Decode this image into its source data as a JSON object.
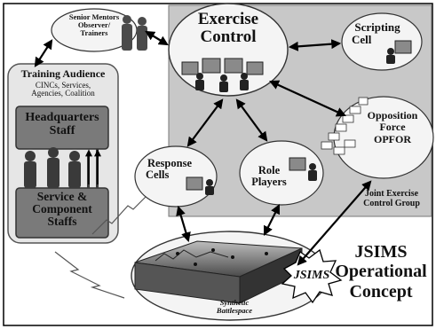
{
  "diagram": {
    "senior_mentors": {
      "line1": "Senior Mentors",
      "line2": "Observer/",
      "line3": "Trainers"
    },
    "exercise_control": {
      "line1": "Exercise",
      "line2": "Control"
    },
    "scripting_cell": {
      "line1": "Scripting",
      "line2": "Cell"
    },
    "training_audience": {
      "title": "Training Audience",
      "sub1": "CINCs, Services,",
      "sub2": "Agencies, Coalition"
    },
    "headquarters_staff": {
      "line1": "Headquarters",
      "line2": "Staff"
    },
    "service_component": {
      "line1": "Service &",
      "line2": "Component",
      "line3": "Staffs"
    },
    "opposition_force": {
      "line1": "Opposition",
      "line2": "Force",
      "line3": "OPFOR"
    },
    "response_cells": {
      "line1": "Response",
      "line2": "Cells"
    },
    "role_players": {
      "line1": "Role",
      "line2": "Players"
    },
    "joint_exercise": {
      "line1": "Joint Exercise",
      "line2": "Control Group"
    },
    "jsims_burst": "JSIMS",
    "synthetic": {
      "line1": "Synthetic",
      "line2": "Battlespace"
    },
    "operational": {
      "line1": "JSIMS",
      "line2": "Operational",
      "line3": "Concept"
    }
  },
  "colors": {
    "panel": "#c8c8c8",
    "box": "#7a7a7a",
    "ellipse": "#f4f4f4"
  }
}
